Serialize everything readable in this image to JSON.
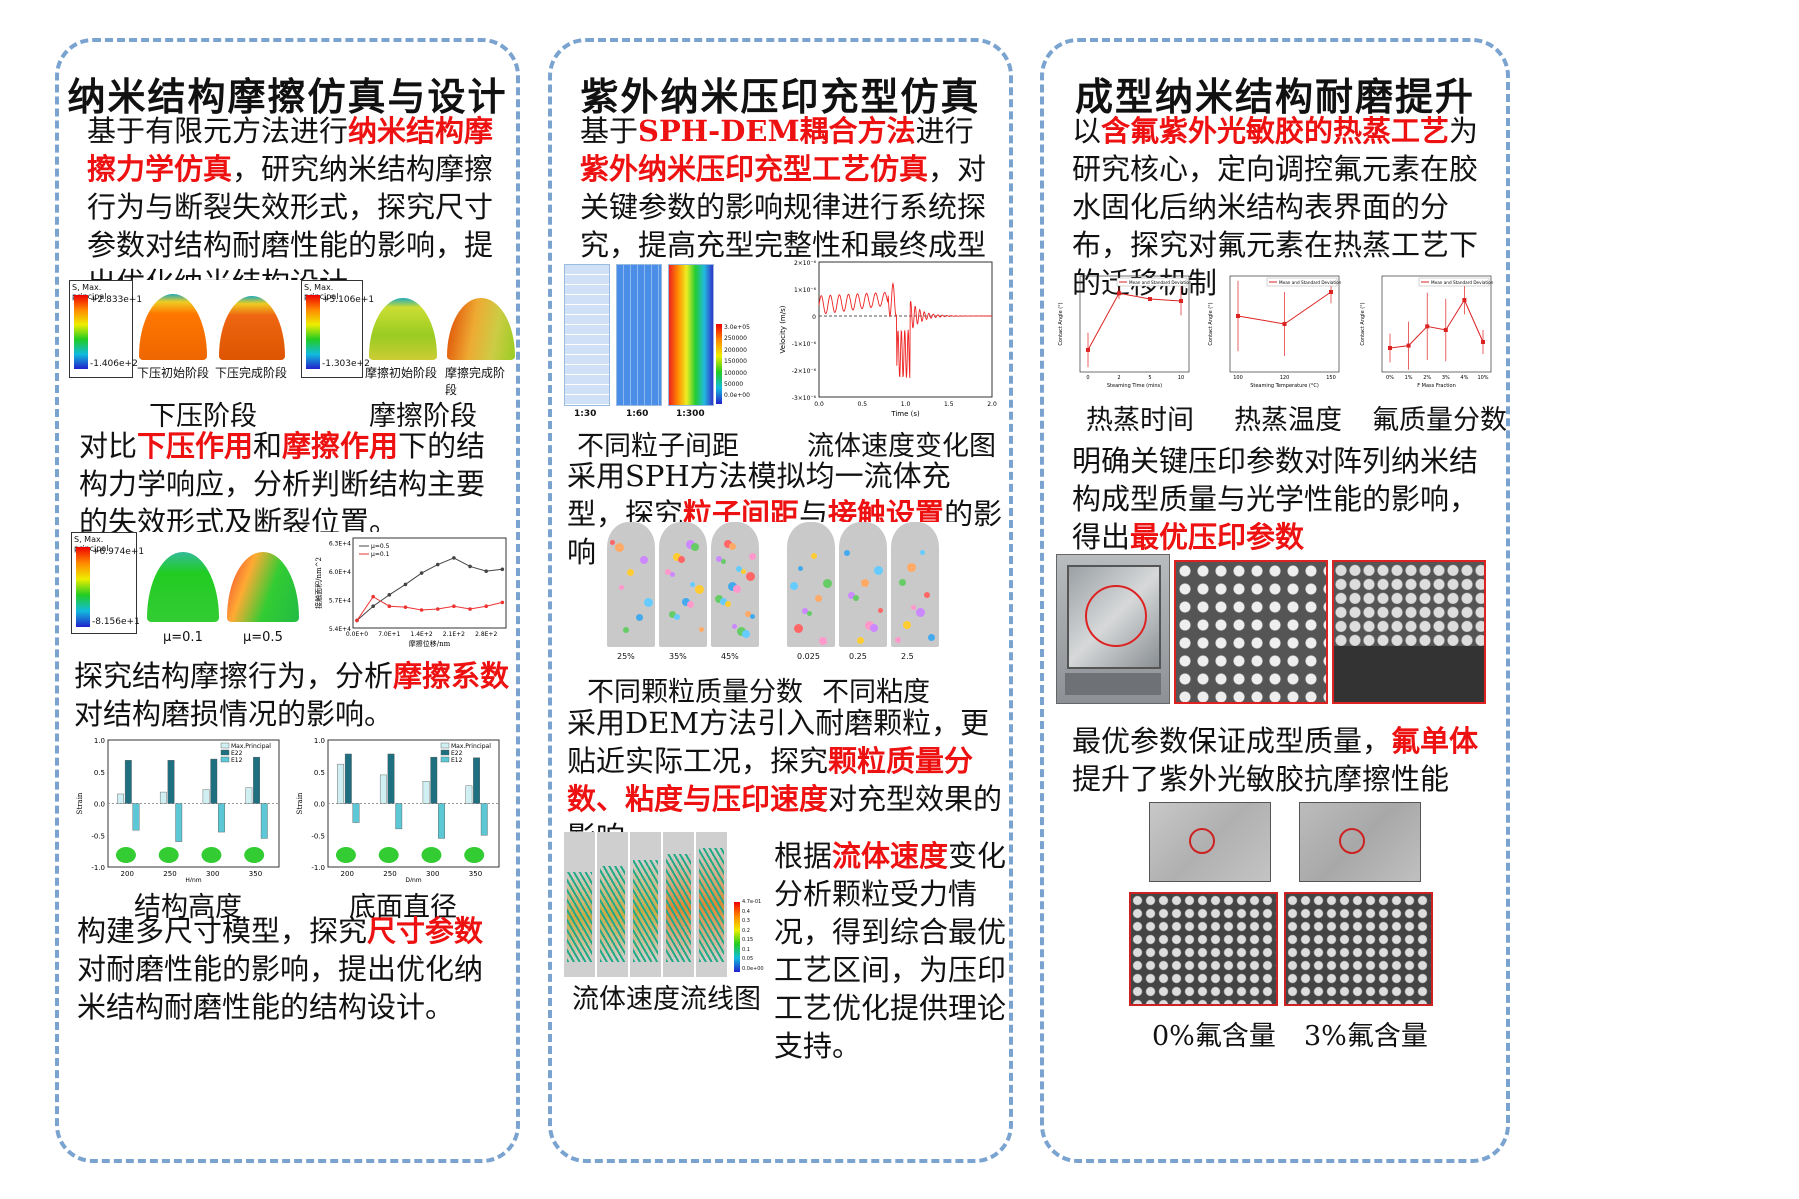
{
  "panels": [
    {
      "title": "纳米结构摩擦仿真与设计",
      "p1": {
        "a": "基于有限元方法进行",
        "b": "纳米结构摩擦力学仿真",
        "c": "，研究纳米结构摩擦行为与断裂失效形式，探究尺寸参数对结构耐磨性能的影响，提出优化纳米结构设计。"
      },
      "fig1": {
        "legend_title": "S, Max. principal",
        "left_max": "+2.833e+1",
        "left_min": "-1.406e+2",
        "right_max": "+5.106e+1",
        "right_min": "-1.303e+2",
        "labels": [
          "下压初始阶段",
          "下压完成阶段",
          "摩擦初始阶段",
          "摩擦完成阶段"
        ]
      },
      "cap1": [
        "下压阶段",
        "摩擦阶段"
      ],
      "p2": {
        "a": "对比",
        "b": "下压作用",
        "c": "和",
        "d": "摩擦作用",
        "e": "下的结构力学响应，分析判断结构主要的失效形式及断裂位置。"
      },
      "fig2": {
        "legend_title": "S, Max. principal",
        "max": "+6.974e+1",
        "min": "-8.156e+1",
        "labels": [
          "μ=0.1",
          "μ=0.5"
        ],
        "chart_legend": [
          "μ=0.5",
          "μ=0.1"
        ],
        "ylabel": "接触面积/nm^2",
        "xlabel": "摩擦位移/nm",
        "yticks": [
          "6.3E+4",
          "6.0E+4",
          "5.7E+4",
          "5.4E+4"
        ],
        "xticks": [
          "0.0E+0",
          "7.0E+1",
          "1.4E+2",
          "2.1E+2",
          "2.8E+2"
        ]
      },
      "p3": {
        "a": "探究结构摩擦行为，分析",
        "b": "摩擦系数",
        "c": "对结构磨损情况的影响。"
      },
      "fig3": {
        "legend": [
          "Max.Principal",
          "E22",
          "E12"
        ],
        "ylabel": "Strain",
        "yticks": [
          "1.0",
          "0.5",
          "0.0",
          "-0.5",
          "-1.0"
        ],
        "left_xlabel": "H/nm",
        "left_xticks": [
          "200",
          "250",
          "300",
          "350"
        ],
        "right_xlabel": "D/nm",
        "right_xticks": [
          "200",
          "250",
          "300",
          "350"
        ]
      },
      "cap3": [
        "结构高度",
        "底面直径"
      ],
      "p4": {
        "a": "构建多尺寸模型，探究",
        "b": "尺寸参数",
        "c": "对耐磨性能的影响，提出优化纳米结构耐磨性能的结构设计。"
      }
    },
    {
      "title": "紫外纳米压印充型仿真",
      "p1": {
        "a": "基于",
        "b": "SPH-DEM耦合方法",
        "c": "进行",
        "d": "紫外纳米压印充型工艺仿真",
        "e": "，对关键参数的影响规律进行系统探究，提高充型完整性和最终成型质量。"
      },
      "fig1": {
        "labels": [
          "1:30",
          "1:60",
          "1:300"
        ],
        "cbar": [
          "3.0e+05",
          "250000",
          "200000",
          "150000",
          "100000",
          "50000",
          "0.0e+00"
        ],
        "cbar_title": "Pa",
        "ylabel": "Velocity (m/s)",
        "xlabel": "Time (s)",
        "yticks": [
          "2×10⁻⁶",
          "1×10⁻⁶",
          "0",
          "-1×10⁻⁶",
          "-2×10⁻⁶",
          "-3×10⁻⁶"
        ],
        "xticks": [
          "0.0",
          "0.5",
          "1.0",
          "1.5",
          "2.0"
        ]
      },
      "cap1": [
        "不同粒子间距",
        "流体速度变化图"
      ],
      "p2": {
        "a": "采用SPH方法模拟均一流体充型，探究",
        "b": "粒子间距",
        "c": "与",
        "d": "接触设置",
        "e": "的影响"
      },
      "fig2": {
        "labels": [
          "25%",
          "35%",
          "45%",
          "0.025",
          "0.25",
          "2.5"
        ]
      },
      "cap2": [
        "不同颗粒质量分数",
        "不同粘度"
      ],
      "p3": {
        "a": "采用DEM方法引入耐磨颗粒，更贴近实际工况，探究",
        "b": "颗粒质量分数、粘度与压印速度",
        "c": "对充型效果的影响"
      },
      "fig3": {
        "cbar": [
          "4.7e-01",
          "0.4",
          "0.3",
          "0.2",
          "0.15",
          "0.1",
          "0.05",
          "0.0e+00"
        ],
        "cbar_title": "Velocity m/s"
      },
      "p4": {
        "a": "根据",
        "b": "流体速度",
        "c": "变化分析颗粒受力情况，得到综合最优工艺区间，为压印工艺优化提供理论支持。"
      },
      "cap3": "流体速度流线图"
    },
    {
      "title": "成型纳米结构耐磨提升",
      "p1": {
        "a": "以",
        "b": "含氟紫外光敏胶的热蒸工艺",
        "c": "为研究核心，定向调控氟元素在胶水固化后纳米结构表界面的分布，探究对氟元素在热蒸工艺下的迁移机制"
      },
      "fig1": {
        "legend": "Mean and Standard Deviation",
        "ylabel": "Contact Angle (°)",
        "xlabels": [
          "Steaming Time (mins)",
          "Steaming Temperature (°C)",
          "F Mass Fraction"
        ]
      },
      "cap1": [
        "热蒸时间",
        "热蒸温度",
        "氟质量分数"
      ],
      "p2": {
        "a": "明确关键压印参数对阵列纳米结构成型质量与光学性能的影响，得出",
        "b": "最优压印参数"
      },
      "p3": {
        "a": "最优参数保证成型质量，",
        "b": "氟单体",
        "c": "提升了紫外光敏胶抗摩擦性能"
      },
      "cap3": [
        "0%氟含量",
        "3%氟含量"
      ]
    }
  ],
  "chart_data": [
    {
      "type": "line",
      "ylabel": "接触面积/nm^2",
      "xlabel": "摩擦位移/nm",
      "x": [
        0,
        35,
        70,
        105,
        140,
        175,
        210,
        245,
        280,
        315
      ],
      "series": [
        {
          "name": "μ=0.5",
          "values": [
            54800,
            56300,
            57500,
            58600,
            59800,
            60700,
            61400,
            60500,
            60000,
            60200
          ]
        },
        {
          "name": "μ=0.1",
          "values": [
            54800,
            57300,
            56300,
            56200,
            55900,
            56000,
            56300,
            56000,
            56300,
            56700
          ]
        }
      ],
      "ylim": [
        54000,
        63500
      ]
    },
    {
      "type": "bar",
      "xlabel": "H/nm",
      "ylabel": "Strain",
      "categories": [
        "200",
        "250",
        "300",
        "350"
      ],
      "series": [
        {
          "name": "Max.Principal",
          "values": [
            0.15,
            0.18,
            0.22,
            0.25
          ]
        },
        {
          "name": "E22",
          "values": [
            0.68,
            0.68,
            0.7,
            0.73
          ]
        },
        {
          "name": "E12",
          "values": [
            -0.42,
            -0.6,
            -0.45,
            -0.55
          ]
        }
      ],
      "ylim": [
        -1,
        1
      ]
    },
    {
      "type": "bar",
      "xlabel": "D/nm",
      "ylabel": "Strain",
      "categories": [
        "200",
        "250",
        "300",
        "350"
      ],
      "series": [
        {
          "name": "Max.Principal",
          "values": [
            0.62,
            0.45,
            0.35,
            0.28
          ]
        },
        {
          "name": "E22",
          "values": [
            0.78,
            0.78,
            0.73,
            0.72
          ]
        },
        {
          "name": "E12",
          "values": [
            -0.3,
            -0.4,
            -0.55,
            -0.5
          ]
        }
      ],
      "ylim": [
        -1,
        1
      ]
    },
    {
      "type": "line",
      "xlabel": "Steaming Time (mins)",
      "ylabel": "Contact Angle (°)",
      "x": [
        0,
        2,
        5,
        10
      ],
      "series": [
        {
          "name": "Mean and Standard Deviation",
          "values": [
            100.3,
            106.2,
            105.6,
            105.4
          ]
        }
      ]
    },
    {
      "type": "line",
      "xlabel": "Steaming Temperature (°C)",
      "ylabel": "Contact Angle (°)",
      "x": [
        100,
        120,
        150
      ],
      "series": [
        {
          "name": "Mean and Standard Deviation",
          "values": [
            105.5,
            105.0,
            107.0
          ]
        }
      ]
    },
    {
      "type": "line",
      "xlabel": "F Mass Fraction",
      "ylabel": "Contact Angle (°)",
      "x": [
        "0%",
        "1%",
        "2%",
        "3%",
        "4%",
        "10%"
      ],
      "series": [
        {
          "name": "Mean and Standard Deviation",
          "values": [
            106.0,
            106.2,
            107.8,
            107.5,
            110.0,
            106.5
          ]
        }
      ]
    }
  ]
}
